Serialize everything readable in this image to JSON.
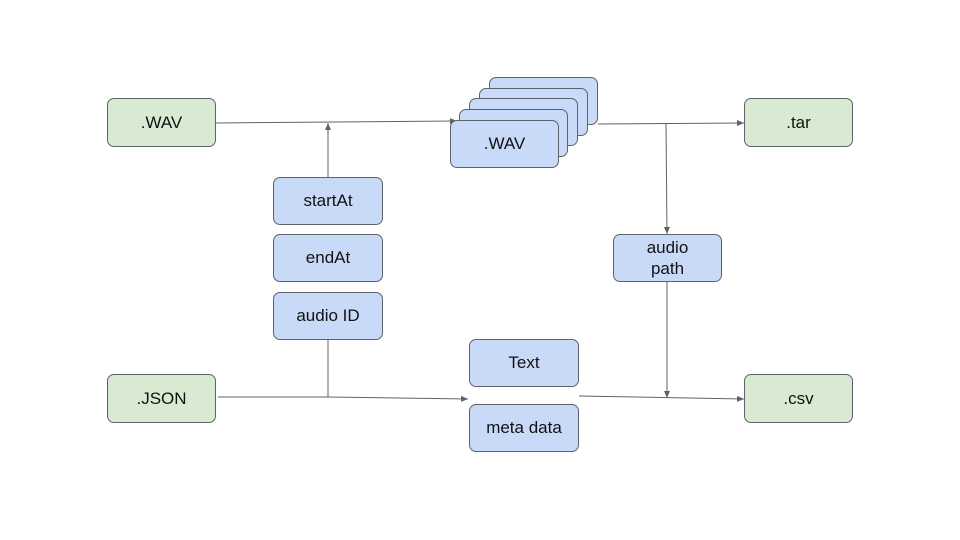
{
  "nodes": {
    "wav_input": ".WAV",
    "json_input": ".JSON",
    "start_at": "startAt",
    "end_at": "endAt",
    "audio_id": "audio ID",
    "wav_segments": ".WAV",
    "text": "Text",
    "meta_data": "meta data",
    "audio_path_line1": "audio",
    "audio_path_line2": "path",
    "tar_output": ".tar",
    "csv_output": ".csv"
  },
  "colors": {
    "input_output_fill": "#d9ead3",
    "process_fill": "#c9daf8",
    "border": "#5f6368",
    "connector": "#5f6368"
  }
}
